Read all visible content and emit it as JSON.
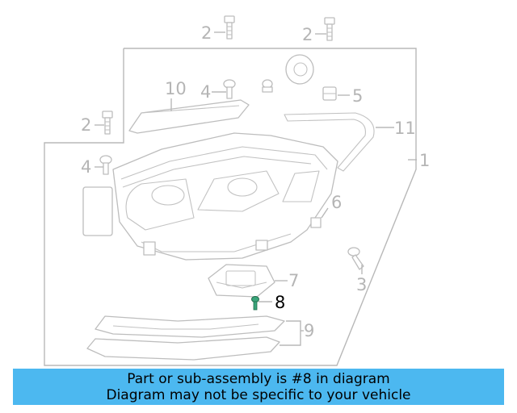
{
  "diagram": {
    "callouts": {
      "c1": "1",
      "c2a": "2",
      "c2b": "2",
      "c2c": "2",
      "c3": "3",
      "c4a": "4",
      "c4b": "4",
      "c5": "5",
      "c6": "6",
      "c7": "7",
      "c8": "8",
      "c9": "9",
      "c10": "10",
      "c11": "11"
    },
    "highlighted_part": "8",
    "highlight_color": "#3aa57a"
  },
  "banner": {
    "line1": "Part or sub-assembly is #8 in diagram",
    "line2": "Diagram may not be specific to your vehicle",
    "background": "#4cb8f0"
  }
}
